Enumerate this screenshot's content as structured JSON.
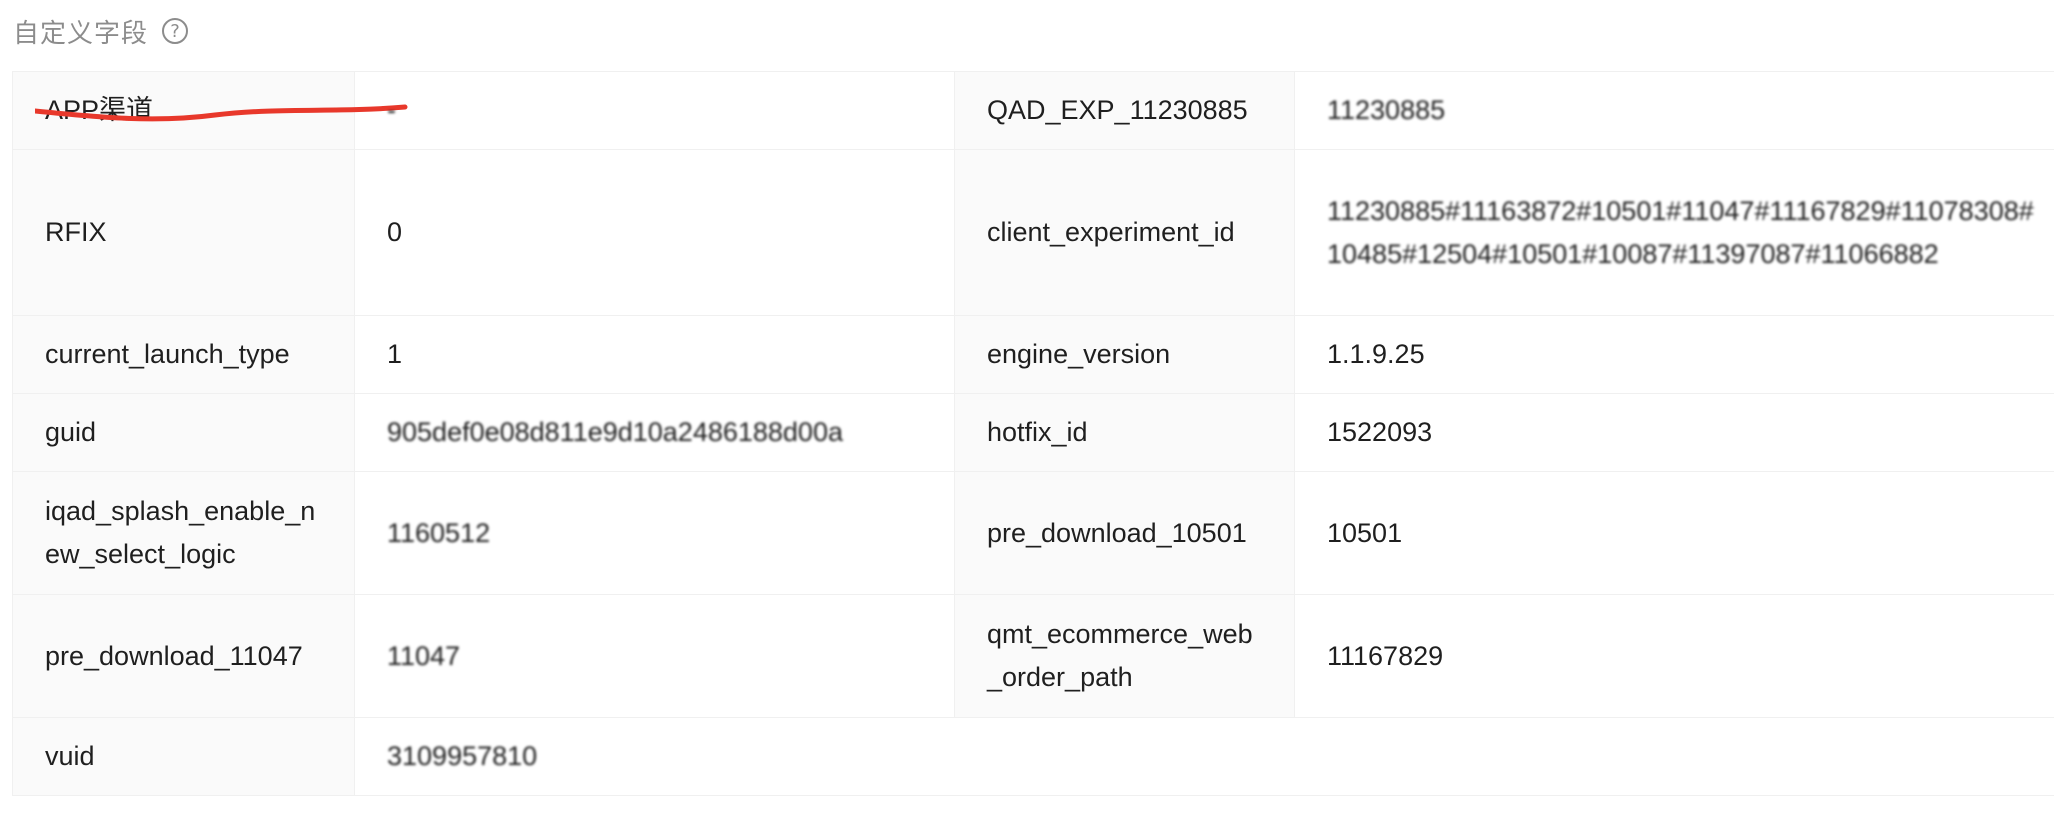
{
  "section": {
    "title": "自定义字段",
    "help_icon": "question-circle-icon",
    "help_glyph": "?"
  },
  "fields": [
    {
      "label": "APP渠道",
      "value": "-"
    },
    {
      "label": "QAD_EXP_11230885",
      "value": "11230885"
    },
    {
      "label": "RFIX",
      "value": "0"
    },
    {
      "label": "client_experiment_id",
      "value": "11230885#11163872#10501#11047#11167829#11078308#10485#12504#10501#10087#11397087#11066882"
    },
    {
      "label": "current_launch_type",
      "value": "1"
    },
    {
      "label": "engine_version",
      "value": "1.1.9.25"
    },
    {
      "label": "guid",
      "value": "905def0e08d811e9d10a2486188d00a"
    },
    {
      "label": "hotfix_id",
      "value": "1522093"
    },
    {
      "label": "iqad_splash_enable_new_select_logic",
      "value": "1160512"
    },
    {
      "label": "pre_download_10501",
      "value": "10501"
    },
    {
      "label": "pre_download_11047",
      "value": "11047"
    },
    {
      "label": "qmt_ecommerce_web_order_path",
      "value": "11167829"
    },
    {
      "label": "vuid",
      "value": "3109957810"
    }
  ],
  "colors": {
    "label_bg": "#fafafa",
    "border": "#f0f0f0",
    "strike": "#e8382b"
  }
}
